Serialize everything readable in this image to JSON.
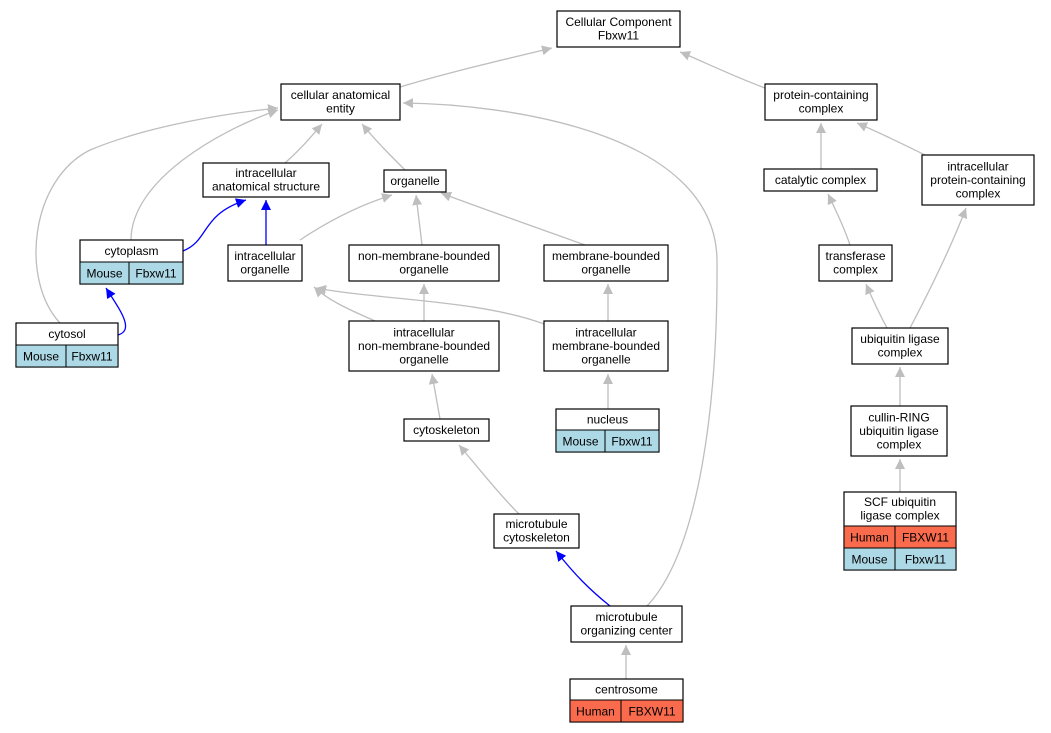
{
  "nodes": [
    {
      "id": "cc",
      "lines": [
        "Cellular Component",
        "Fbxw11"
      ]
    },
    {
      "id": "cae",
      "lines": [
        "cellular anatomical",
        "entity"
      ]
    },
    {
      "id": "pcc",
      "lines": [
        "protein-containing",
        "complex"
      ]
    },
    {
      "id": "ias",
      "lines": [
        "intracellular",
        "anatomical structure"
      ]
    },
    {
      "id": "org",
      "lines": [
        "organelle"
      ]
    },
    {
      "id": "cat",
      "lines": [
        "catalytic complex"
      ]
    },
    {
      "id": "ipcc",
      "lines": [
        "intracellular",
        "protein-containing",
        "complex"
      ]
    },
    {
      "id": "cyto",
      "lines": [
        "cytoplasm"
      ],
      "rows": [
        [
          "Mouse",
          "Fbxw11"
        ]
      ]
    },
    {
      "id": "io",
      "lines": [
        "intracellular",
        "organelle"
      ]
    },
    {
      "id": "nmbo",
      "lines": [
        "non-membrane-bounded",
        "organelle"
      ]
    },
    {
      "id": "mbo",
      "lines": [
        "membrane-bounded",
        "organelle"
      ]
    },
    {
      "id": "trans",
      "lines": [
        "transferase",
        "complex"
      ]
    },
    {
      "id": "cytosol",
      "lines": [
        "cytosol"
      ],
      "rows": [
        [
          "Mouse",
          "Fbxw11"
        ]
      ]
    },
    {
      "id": "inmbo",
      "lines": [
        "intracellular",
        "non-membrane-bounded",
        "organelle"
      ]
    },
    {
      "id": "imbo",
      "lines": [
        "intracellular",
        "membrane-bounded",
        "organelle"
      ]
    },
    {
      "id": "ulc",
      "lines": [
        "ubiquitin ligase",
        "complex"
      ]
    },
    {
      "id": "nuc",
      "lines": [
        "nucleus"
      ],
      "rows": [
        [
          "Mouse",
          "Fbxw11"
        ]
      ]
    },
    {
      "id": "cskel",
      "lines": [
        "cytoskeleton"
      ]
    },
    {
      "id": "crul",
      "lines": [
        "cullin-RING",
        "ubiquitin ligase",
        "complex"
      ]
    },
    {
      "id": "scf",
      "lines": [
        "SCF ubiquitin",
        "ligase complex"
      ],
      "rows": [
        [
          "Human",
          "FBXW11"
        ],
        [
          "Mouse",
          "Fbxw11"
        ]
      ]
    },
    {
      "id": "mtcs",
      "lines": [
        "microtubule",
        "cytoskeleton"
      ]
    },
    {
      "id": "mtoc",
      "lines": [
        "microtubule",
        "organizing center"
      ]
    },
    {
      "id": "centro",
      "lines": [
        "centrosome"
      ],
      "rows": [
        [
          "Human",
          "FBXW11"
        ]
      ]
    }
  ],
  "edges": [
    {
      "from": "cae",
      "to": "cc",
      "color": "#bebebe"
    },
    {
      "from": "pcc",
      "to": "cc",
      "color": "#bebebe"
    },
    {
      "from": "ias",
      "to": "cae",
      "color": "#bebebe"
    },
    {
      "from": "org",
      "to": "cae",
      "color": "#bebebe"
    },
    {
      "from": "cyto",
      "to": "cae",
      "color": "#bebebe"
    },
    {
      "from": "cytosol",
      "to": "cae",
      "color": "#bebebe"
    },
    {
      "from": "mtoc",
      "to": "cae",
      "color": "#bebebe"
    },
    {
      "from": "cyto",
      "to": "ias",
      "color": "#0000ff"
    },
    {
      "from": "io",
      "to": "ias",
      "color": "#0000ff"
    },
    {
      "from": "io",
      "to": "org",
      "color": "#bebebe"
    },
    {
      "from": "nmbo",
      "to": "org",
      "color": "#bebebe"
    },
    {
      "from": "mbo",
      "to": "org",
      "color": "#bebebe"
    },
    {
      "from": "cytosol",
      "to": "cyto",
      "color": "#0000ff"
    },
    {
      "from": "inmbo",
      "to": "io",
      "color": "#bebebe"
    },
    {
      "from": "imbo",
      "to": "io",
      "color": "#bebebe"
    },
    {
      "from": "inmbo",
      "to": "nmbo",
      "color": "#bebebe"
    },
    {
      "from": "imbo",
      "to": "mbo",
      "color": "#bebebe"
    },
    {
      "from": "nuc",
      "to": "imbo",
      "color": "#bebebe"
    },
    {
      "from": "cskel",
      "to": "inmbo",
      "color": "#bebebe"
    },
    {
      "from": "mtcs",
      "to": "cskel",
      "color": "#bebebe"
    },
    {
      "from": "mtoc",
      "to": "mtcs",
      "color": "#0000ff"
    },
    {
      "from": "centro",
      "to": "mtoc",
      "color": "#bebebe"
    },
    {
      "from": "cat",
      "to": "pcc",
      "color": "#bebebe"
    },
    {
      "from": "ipcc",
      "to": "pcc",
      "color": "#bebebe"
    },
    {
      "from": "trans",
      "to": "cat",
      "color": "#bebebe"
    },
    {
      "from": "ulc",
      "to": "trans",
      "color": "#bebebe"
    },
    {
      "from": "ulc",
      "to": "ipcc",
      "color": "#bebebe"
    },
    {
      "from": "crul",
      "to": "ulc",
      "color": "#bebebe"
    },
    {
      "from": "scf",
      "to": "crul",
      "color": "#bebebe"
    }
  ]
}
